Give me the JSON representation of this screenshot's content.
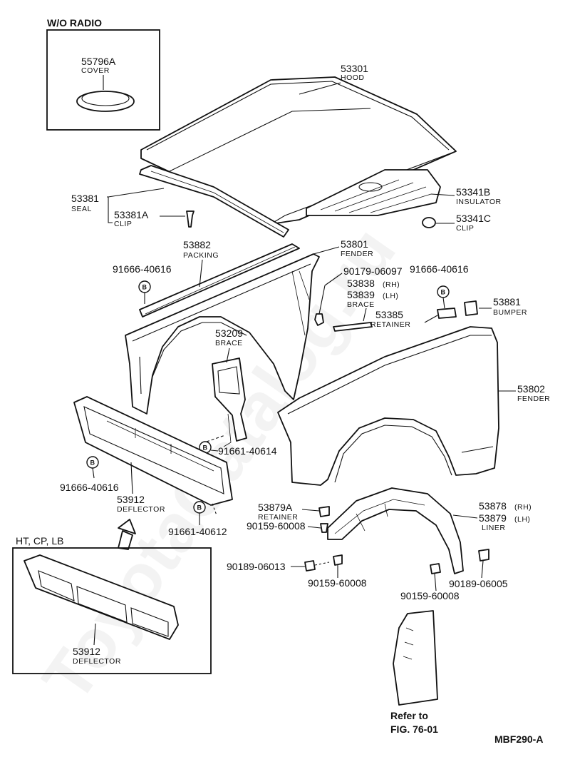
{
  "watermark": "ToyotaCatalog.ru",
  "boxes": {
    "wo_radio": {
      "title": "W/O RADIO",
      "part_no": "55796A",
      "part_name": "COVER"
    },
    "ht_cp_lb": {
      "title": "HT, CP, LB",
      "part_no": "53912",
      "part_name": "DEFLECTOR"
    }
  },
  "callouts": {
    "hood": {
      "no": "53301",
      "name": "HOOD"
    },
    "seal": {
      "no": "53381",
      "name": "SEAL"
    },
    "clip_a": {
      "no": "53381A",
      "name": "CLIP"
    },
    "insulator": {
      "no": "53341B",
      "name": "INSULATOR"
    },
    "clip_c": {
      "no": "53341C",
      "name": "CLIP"
    },
    "packing": {
      "no": "53882",
      "name": "PACKING"
    },
    "bolt_left": {
      "no": "91666-40616"
    },
    "fender_lh": {
      "no": "53801",
      "name": "FENDER"
    },
    "screw_top": {
      "no": "90179-06097"
    },
    "brace_rh": {
      "no": "53838",
      "suffix": "(RH)"
    },
    "brace_lh": {
      "no": "53839",
      "suffix": "(LH)",
      "name": "BRACE"
    },
    "bolt_right": {
      "no": "91666-40616"
    },
    "bumper": {
      "no": "53881",
      "name": "BUMPER"
    },
    "retainer": {
      "no": "53385",
      "name": "RETAINER"
    },
    "brace_center": {
      "no": "53209",
      "name": "BRACE"
    },
    "fender_rh": {
      "no": "53802",
      "name": "FENDER"
    },
    "bolt_center": {
      "no": "91661-40614"
    },
    "bolt_lower_left": {
      "no": "91666-40616"
    },
    "deflector": {
      "no": "53912",
      "name": "DEFLECTOR"
    },
    "bolt_deflector": {
      "no": "91661-40612"
    },
    "retainer_a": {
      "no": "53879A",
      "name": "RETAINER"
    },
    "screw_liner1": {
      "no": "90159-60008"
    },
    "liner_rh": {
      "no": "53878",
      "suffix": "(RH)"
    },
    "liner_lh": {
      "no": "53879",
      "suffix": "(LH)",
      "name": "LINER"
    },
    "screw_liner2": {
      "no": "90189-06013"
    },
    "screw_liner3": {
      "no": "90159-60008"
    },
    "screw_liner4": {
      "no": "90159-60008"
    },
    "screw_liner5": {
      "no": "90189-06005"
    }
  },
  "bolt_marker": "B",
  "refer": {
    "line1": "Refer to",
    "line2": "FIG. 76-01"
  },
  "figure_code": "MBF290-A"
}
